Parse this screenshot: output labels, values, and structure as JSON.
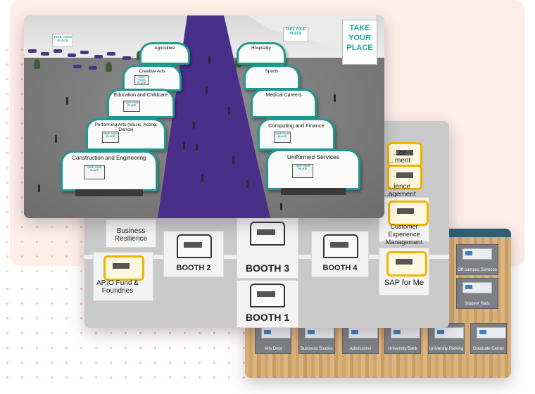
{
  "hall": {
    "left_booths": [
      "Construction and Engineering",
      "Performing Arts (Music, Acting, Dance)",
      "Education and Childcare",
      "Creative Arts",
      "Agriculture"
    ],
    "right_booths": [
      "Uniformed Services",
      "Computing and Finance",
      "Medical Careers",
      "Sports",
      "Hospitality"
    ],
    "mini_sign": "TAKE YOUR PLACE",
    "wall_sign_small": "TAKE YOUR PLACE",
    "wall_sign_big": "TAKE YOUR PLACE"
  },
  "booth_map": {
    "booths": [
      "BOOTH 2",
      "BOOTH 3",
      "BOOTH 4",
      "BOOTH 1"
    ],
    "left_labels": [
      "Business Resilience",
      "AP.iO Fund & Foundries"
    ],
    "right_labels_partial": [
      "...ce ...ment",
      "...ience ...agement"
    ],
    "right_labels": [
      "Customer Experience Management",
      "SAP for Me"
    ]
  },
  "campus_map": {
    "tiles": [
      "Arts Dept",
      "Business Studies",
      "Admissions",
      "University Bank",
      "University Parking",
      "Graduate Center",
      "Off-campus Services",
      "Student Halls"
    ]
  },
  "colors": {
    "teal": "#1f9a93",
    "carpet": "#4a2f8a",
    "booth_yellow": "#f0b400",
    "blush": "#fdeee8"
  }
}
